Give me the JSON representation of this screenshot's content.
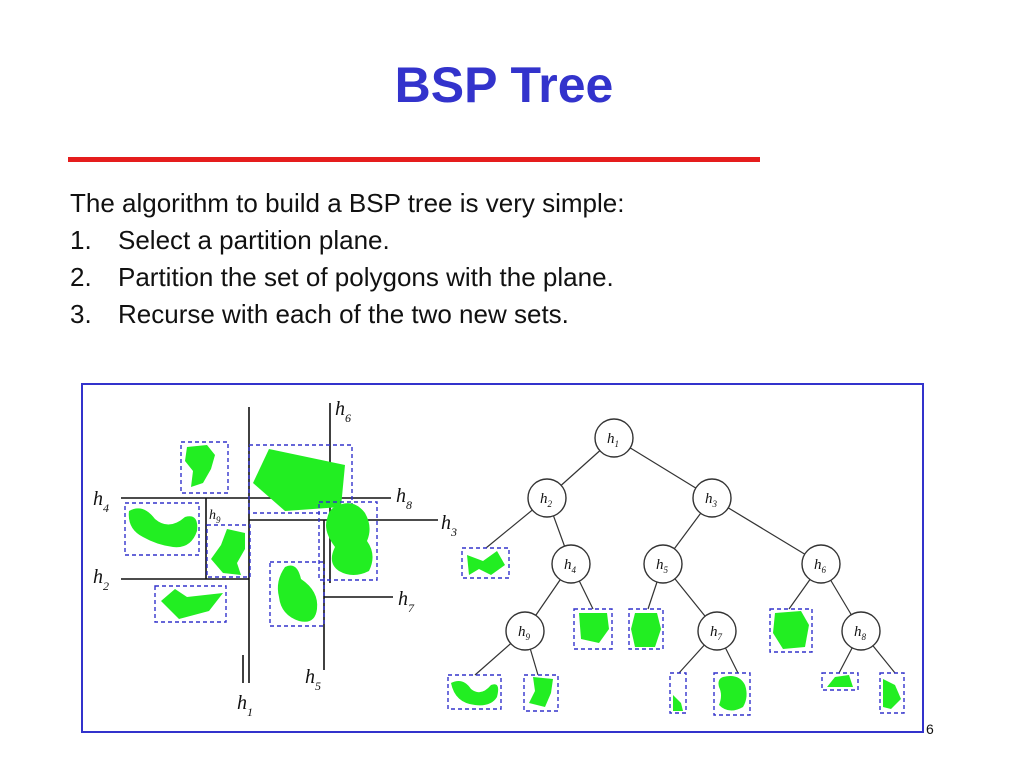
{
  "slide": {
    "title": "BSP Tree",
    "intro": "The algorithm to build a BSP tree is very simple:",
    "steps": [
      {
        "num": "1.",
        "text": "Select a partition plane."
      },
      {
        "num": "2.",
        "text": "Partition the set of polygons with the plane."
      },
      {
        "num": "3.",
        "text": "Recurse with each of the two new sets."
      }
    ],
    "page_number": "6",
    "colors": {
      "title": "#3333cc",
      "rule": "#e51d1d",
      "polygon": "#22ee22",
      "dashed_box": "#3333cc"
    }
  },
  "partition": {
    "plane_labels": {
      "h1": {
        "main": "h",
        "sub": "1"
      },
      "h2": {
        "main": "h",
        "sub": "2"
      },
      "h3": {
        "main": "h",
        "sub": "3"
      },
      "h4": {
        "main": "h",
        "sub": "4"
      },
      "h5": {
        "main": "h",
        "sub": "5"
      },
      "h6": {
        "main": "h",
        "sub": "6"
      },
      "h7": {
        "main": "h",
        "sub": "7"
      },
      "h8": {
        "main": "h",
        "sub": "8"
      },
      "h9": {
        "main": "h",
        "sub": "9"
      }
    }
  },
  "tree": {
    "nodes": {
      "h1": {
        "main": "h",
        "sub": "1"
      },
      "h2": {
        "main": "h",
        "sub": "2"
      },
      "h3": {
        "main": "h",
        "sub": "3"
      },
      "h4": {
        "main": "h",
        "sub": "4"
      },
      "h5": {
        "main": "h",
        "sub": "5"
      },
      "h6": {
        "main": "h",
        "sub": "6"
      },
      "h7": {
        "main": "h",
        "sub": "7"
      },
      "h8": {
        "main": "h",
        "sub": "8"
      },
      "h9": {
        "main": "h",
        "sub": "9"
      }
    },
    "edges": [
      [
        "h1",
        "h2"
      ],
      [
        "h1",
        "h3"
      ],
      [
        "h2",
        "leaf-a"
      ],
      [
        "h2",
        "h4"
      ],
      [
        "h3",
        "h5"
      ],
      [
        "h3",
        "h6"
      ],
      [
        "h4",
        "h9"
      ],
      [
        "h4",
        "leaf-b"
      ],
      [
        "h5",
        "leaf-c"
      ],
      [
        "h5",
        "h7"
      ],
      [
        "h6",
        "leaf-d"
      ],
      [
        "h6",
        "h8"
      ],
      [
        "h9",
        "leaf-e"
      ],
      [
        "h9",
        "leaf-f"
      ],
      [
        "h7",
        "leaf-g"
      ],
      [
        "h7",
        "leaf-h"
      ],
      [
        "h8",
        "leaf-i"
      ],
      [
        "h8",
        "leaf-j"
      ]
    ]
  }
}
